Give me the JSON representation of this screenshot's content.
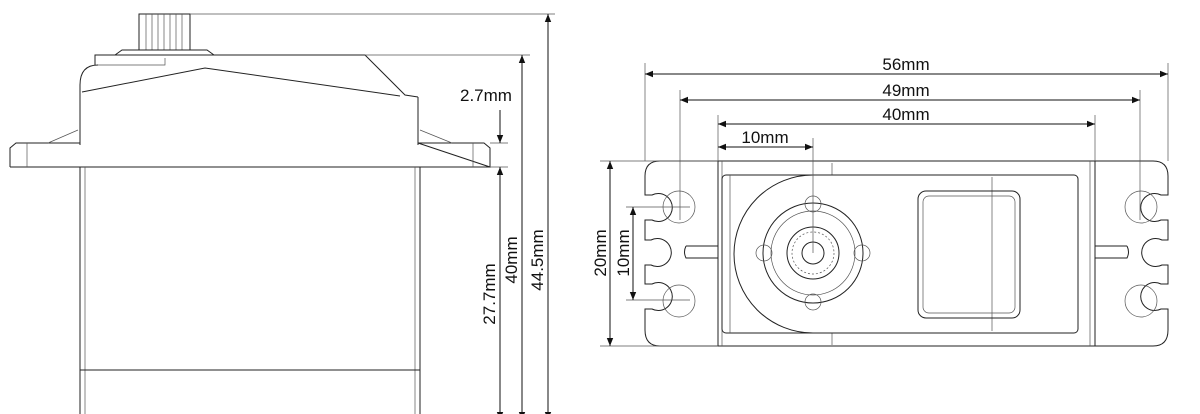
{
  "side_view": {
    "dimensions": {
      "top_offset": "2.7mm",
      "body_height": "27.7mm",
      "case_height": "40mm",
      "total_height": "44.5mm"
    }
  },
  "top_view": {
    "dimensions": {
      "overall_length": "56mm",
      "hole_spacing": "49mm",
      "body_length": "40mm",
      "shaft_offset": "10mm",
      "width": "20mm",
      "hole_pitch": "10mm"
    }
  },
  "colors": {
    "line": "#222222",
    "background": "#ffffff"
  }
}
